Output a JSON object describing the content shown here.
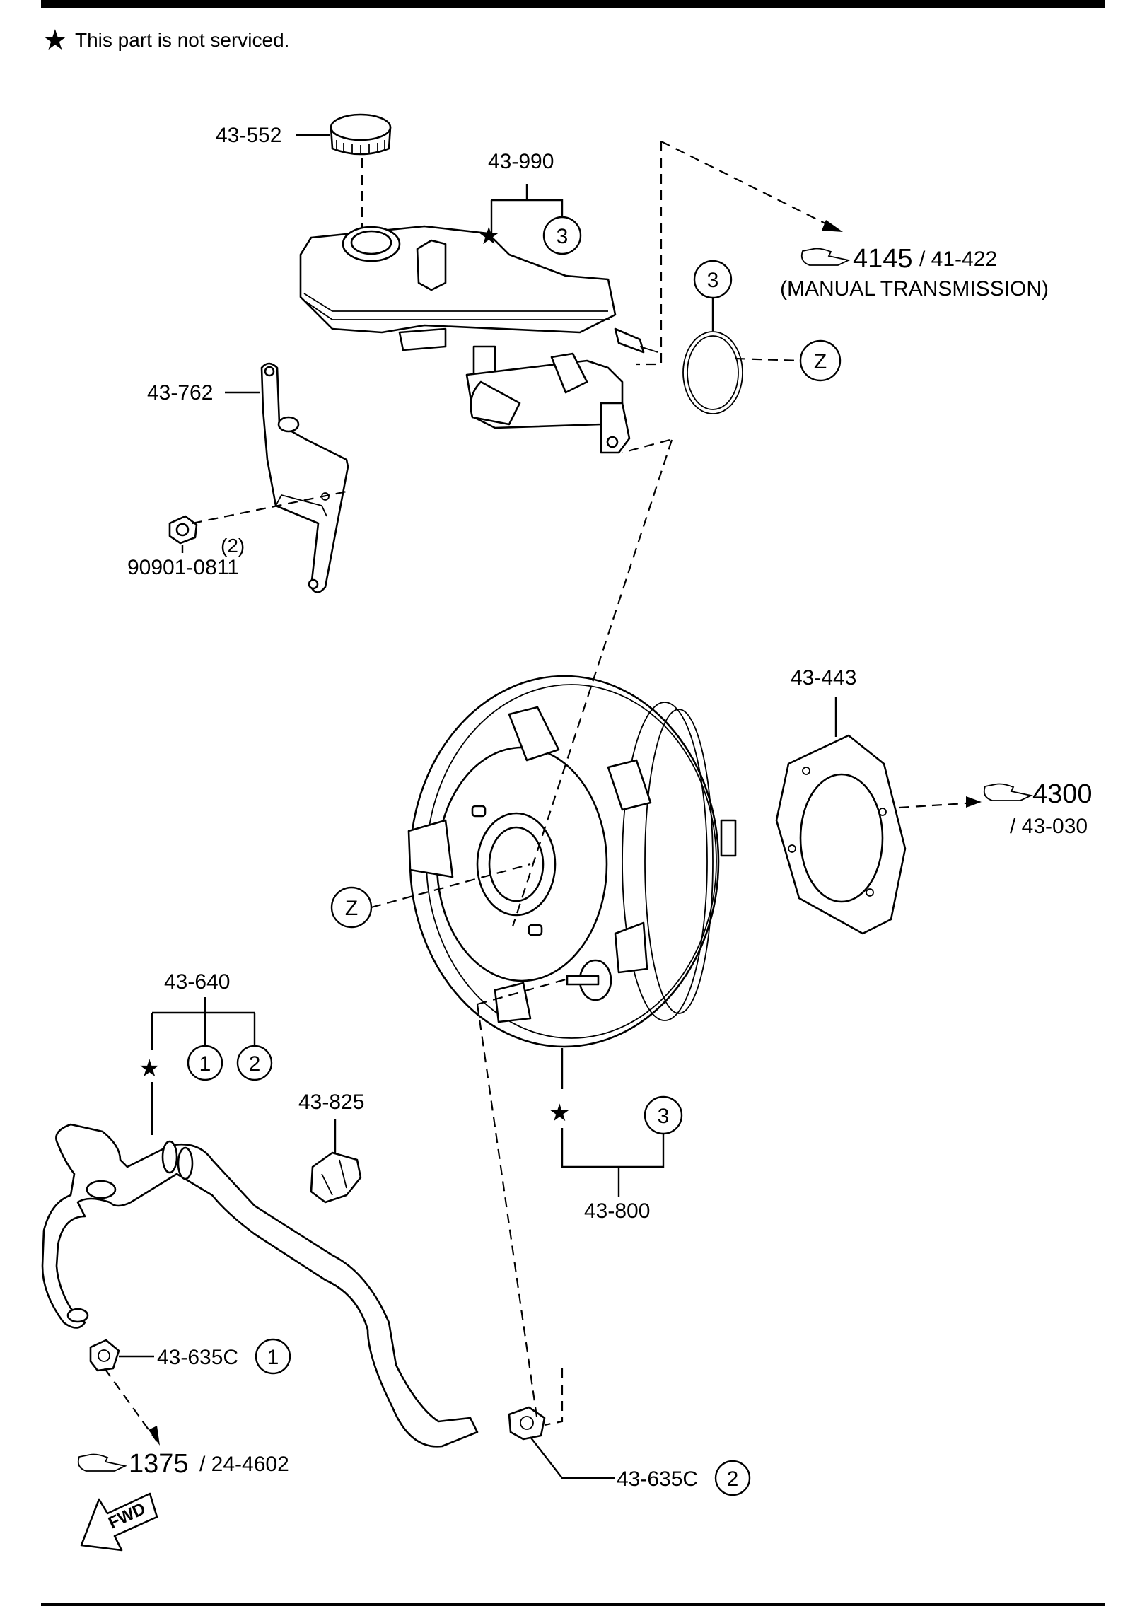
{
  "note": {
    "star": "★",
    "text": "This part is not serviced."
  },
  "labels": {
    "p43_552": "43-552",
    "p43_990": "43-990",
    "p43_762": "43-762",
    "p90901": "90901-0811",
    "qty2": "(2)",
    "p43_443": "43-443",
    "p43_640": "43-640",
    "p43_825": "43-825",
    "p43_800": "43-800",
    "p43_635c_1": "43-635C",
    "p43_635c_2": "43-635C"
  },
  "circles": {
    "one": "1",
    "two": "2",
    "three": "3",
    "z": "Z"
  },
  "refs": {
    "r4145": {
      "num": "4145",
      "sub": "/ 41-422",
      "note": "(MANUAL TRANSMISSION)"
    },
    "r4300": {
      "num": "4300",
      "sub": "/ 43-030"
    },
    "r1375": {
      "num": "1375",
      "sub": "/ 24-4602"
    }
  },
  "fwd": "FWD",
  "icons": {
    "star": "star-icon",
    "pointer": "pointing-hand-icon",
    "fwd_arrow": "fwd-arrow-icon"
  }
}
